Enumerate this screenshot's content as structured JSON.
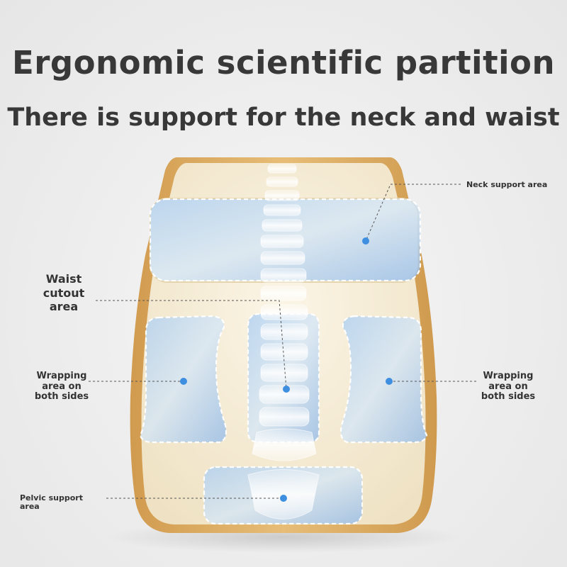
{
  "heading": {
    "title": "Ergonomic scientific partition",
    "subtitle": "There is support for the neck and waist"
  },
  "labels": {
    "neck": "Neck support area",
    "waist": [
      "Waist",
      "cutout",
      "area"
    ],
    "wrap_left": [
      "Wrapping",
      "area on",
      "both sides"
    ],
    "wrap_right": [
      "Wrapping",
      "area on",
      "both sides"
    ],
    "pelvic": "Pelvic support area"
  },
  "colors": {
    "background": "#efefef",
    "cushion": "#f3ead3",
    "cushion_edge": "#d9a65a",
    "zone_blue": "#9cc3ef",
    "dot": "#3f8fe0",
    "text": "#333333"
  }
}
